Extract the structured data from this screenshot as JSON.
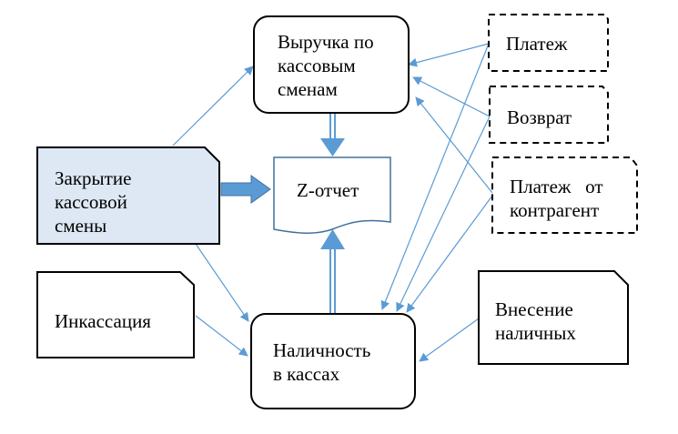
{
  "diagram": {
    "nodes": {
      "revenue": "Выручка по\nкассовым\nсменам",
      "z_report": "Z-отчет",
      "closing": "Закрытие\nкассовой\nсмены",
      "cash": "Наличность\nв кассах",
      "encashment": "Инкассация",
      "payment": "Платеж",
      "refund": "Возврат",
      "counterparty_payment": "Платеж   от\nконтрагент",
      "cash_deposit": "Внесение\nналичных"
    },
    "colors": {
      "arrow": "#5b9bd5",
      "closing_fill": "#dde8f4",
      "z_border": "#41719c",
      "stroke": "#000000"
    }
  }
}
